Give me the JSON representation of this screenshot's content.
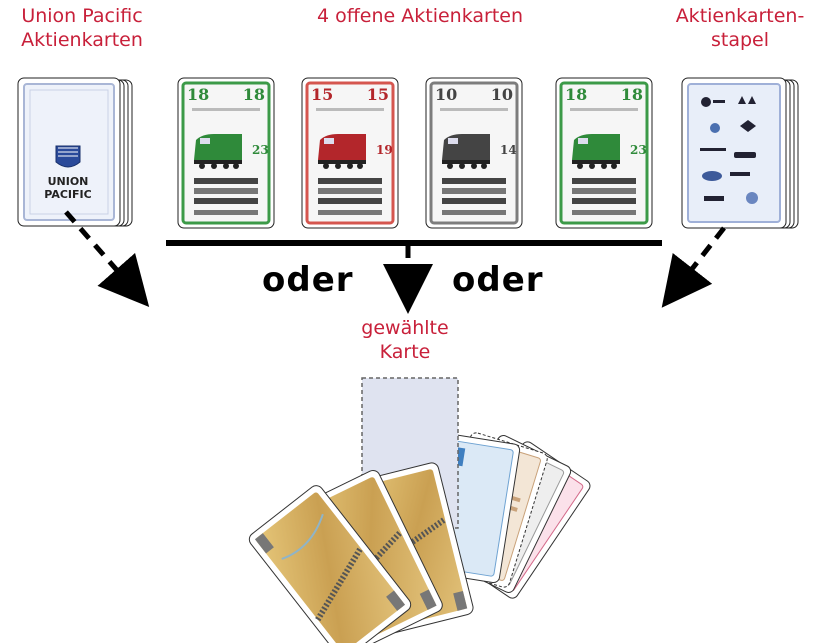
{
  "labels": {
    "up_line1": "Union Pacific",
    "up_line2": "Aktienkarten",
    "open_title": "4 offene Aktienkarten",
    "stack_line1": "Aktienkarten-",
    "stack_line2": "stapel",
    "oder_left": "oder",
    "oder_right": "oder",
    "chosen_line1": "gewählte",
    "chosen_line2": "Karte"
  },
  "cards": [
    {
      "id": "green-1",
      "corner": "18",
      "value": "23",
      "color": "#2f8a3a",
      "border": "#3c9a48"
    },
    {
      "id": "red",
      "corner": "15",
      "value": "19",
      "color": "#b3262b",
      "border": "#d5564f"
    },
    {
      "id": "grey",
      "corner": "10",
      "value": "14",
      "color": "#444444",
      "border": "#7d7d7d"
    },
    {
      "id": "green-2",
      "corner": "18",
      "value": "23",
      "color": "#2f8a3a",
      "border": "#3c9a48"
    }
  ],
  "union_pacific": {
    "logo_text_1": "UNION",
    "logo_text_2": "PACIFIC"
  }
}
